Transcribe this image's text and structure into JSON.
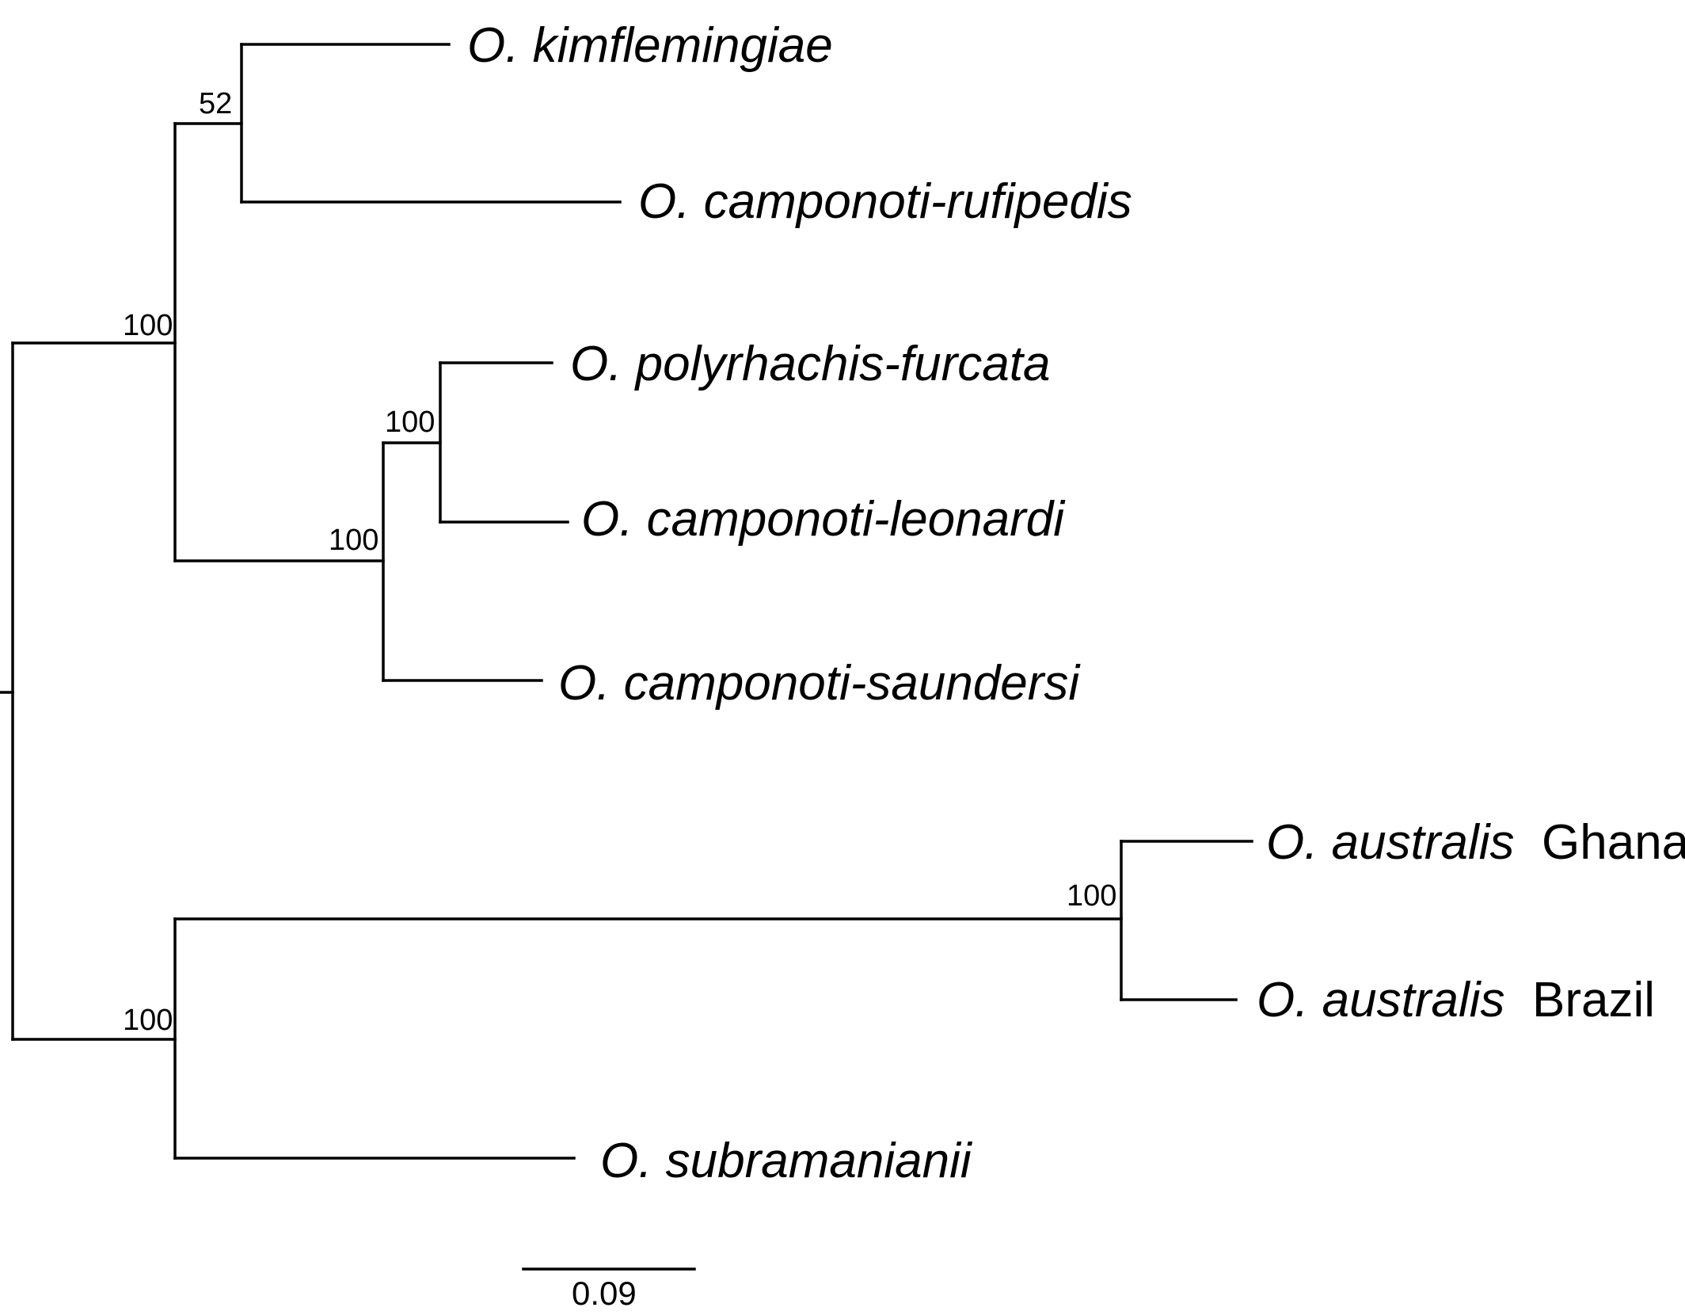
{
  "tree": {
    "taxa": [
      {
        "id": "kimflemingiae",
        "species": "O. kimflemingiae",
        "locality": ""
      },
      {
        "id": "camponoti-rufipedis",
        "species": "O. camponoti-rufipedis",
        "locality": ""
      },
      {
        "id": "polyrhachis-furcata",
        "species": "O. polyrhachis-furcata",
        "locality": ""
      },
      {
        "id": "camponoti-leonardi",
        "species": "O. camponoti-leonardi",
        "locality": ""
      },
      {
        "id": "camponoti-saundersi",
        "species": "O. camponoti-saundersi",
        "locality": ""
      },
      {
        "id": "australis-ghana",
        "species": "O. australis",
        "locality": "Ghana"
      },
      {
        "id": "australis-brazil",
        "species": "O. australis",
        "locality": "Brazil"
      },
      {
        "id": "subramanianii",
        "species": "O. subramanianii",
        "locality": ""
      }
    ],
    "support_values": [
      {
        "node": "kimflemingiae+rufipedis",
        "value": "52"
      },
      {
        "node": "clade-A",
        "value": "100"
      },
      {
        "node": "furcata+leonardi",
        "value": "100"
      },
      {
        "node": "furcata+leonardi+saundersi",
        "value": "100"
      },
      {
        "node": "australis",
        "value": "100"
      },
      {
        "node": "clade-B",
        "value": "100"
      }
    ],
    "scale_bar": {
      "label": "0.09"
    }
  }
}
